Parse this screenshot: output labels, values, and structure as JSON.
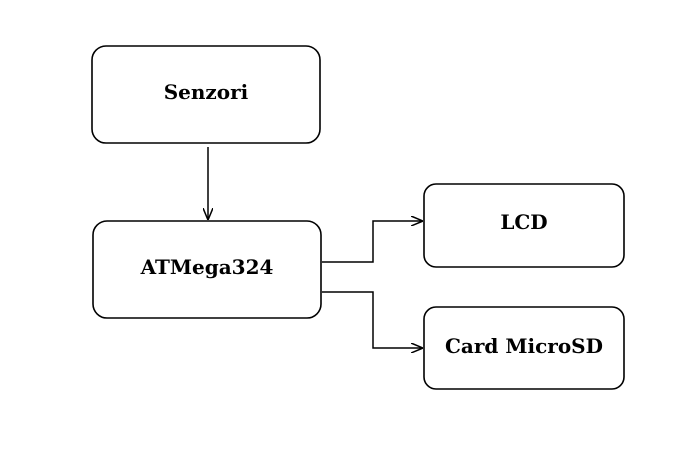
{
  "diagram": {
    "nodes": {
      "senzori": {
        "label": "Senzori"
      },
      "mcu": {
        "label": "ATMega324"
      },
      "lcd": {
        "label": "LCD"
      },
      "sd": {
        "label": "Card MicroSD"
      }
    },
    "edges": [
      {
        "from": "Senzori",
        "to": "ATMega324"
      },
      {
        "from": "ATMega324",
        "to": "LCD"
      },
      {
        "from": "ATMega324",
        "to": "Card MicroSD"
      }
    ],
    "colors": {
      "stroke": "#000000",
      "fill": "#ffffff"
    }
  }
}
